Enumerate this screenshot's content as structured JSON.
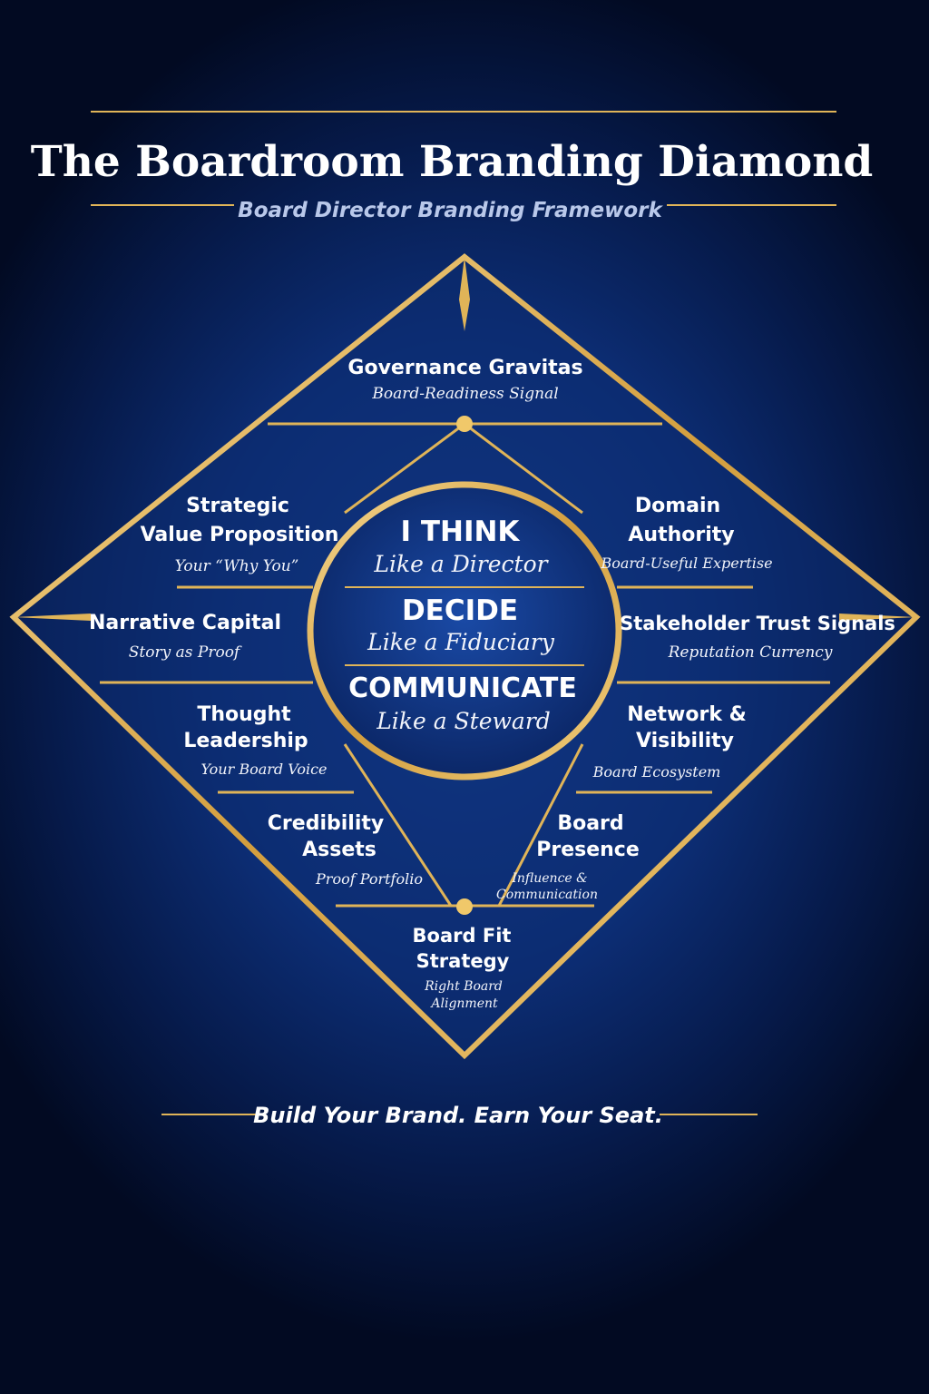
{
  "header": {
    "title": "The Boardroom Branding Diamond",
    "subtitle": "Board Director Branding Framework"
  },
  "core": [
    {
      "verb": "I THINK",
      "role": "Like a Director"
    },
    {
      "verb": "DECIDE",
      "role": "Like a Fiduciary"
    },
    {
      "verb": "COMMUNICATE",
      "role": "Like a Steward"
    }
  ],
  "facets": {
    "governance": {
      "title": [
        "Governance Gravitas"
      ],
      "sub": [
        "Board-Readiness Signal"
      ]
    },
    "strategic": {
      "title": [
        "Strategic",
        "Value Proposition"
      ],
      "sub": [
        "Your “Why You”"
      ]
    },
    "domain": {
      "title": [
        "Domain",
        "Authority"
      ],
      "sub": [
        "Board-Useful Expertise"
      ]
    },
    "narrative": {
      "title": [
        "Narrative Capital"
      ],
      "sub": [
        "Story as Proof"
      ]
    },
    "stakeholder": {
      "title": [
        "Stakeholder Trust Signals"
      ],
      "sub": [
        "Reputation Currency"
      ]
    },
    "thought": {
      "title": [
        "Thought",
        "Leadership"
      ],
      "sub": [
        "Your Board Voice"
      ]
    },
    "network": {
      "title": [
        "Network &",
        "Visibility"
      ],
      "sub": [
        "Board Ecosystem"
      ]
    },
    "credibility": {
      "title": [
        "Credibility",
        "Assets"
      ],
      "sub": [
        "Proof Portfolio"
      ]
    },
    "presence": {
      "title": [
        "Board",
        "Presence"
      ],
      "sub": [
        "Influence &",
        "Communication"
      ]
    },
    "boardfit": {
      "title": [
        "Board Fit",
        "Strategy"
      ],
      "sub": [
        "Right Board",
        "Alignment"
      ]
    }
  },
  "footer": {
    "tagline": "Build Your Brand. Earn Your Seat."
  },
  "colors": {
    "gold": "#e0b458",
    "navy": "#0d2f78",
    "deep": "#020a22"
  }
}
